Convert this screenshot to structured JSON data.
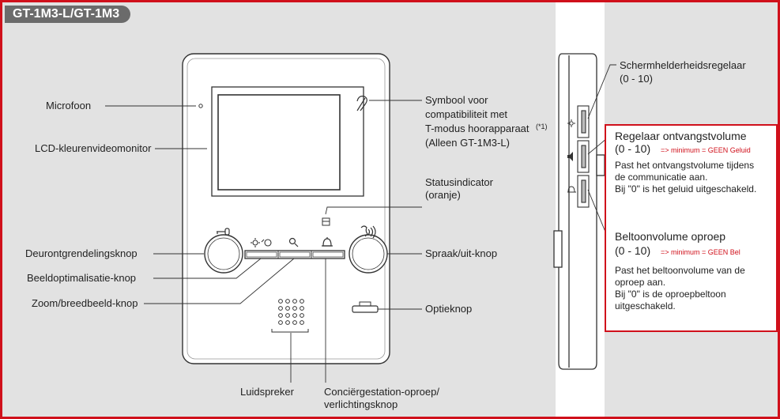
{
  "model_tab": "GT-1M3-L/GT-1M3",
  "labels": {
    "microfoon": "Microfoon",
    "lcd": "LCD-kleurenvideomonitor",
    "deurontgrendeling": "Deurontgrendelingsknop",
    "beeldoptimalisatie": "Beeldoptimalisatie-knop",
    "zoom": "Zoom/breedbeeld-knop",
    "luidspreker": "Luidspreker",
    "concierge_line1": "Conciërgestation-oproep/",
    "concierge_line2": "verlichtingsknop",
    "optieknop": "Optieknop",
    "spraak": "Spraak/uit-knop",
    "status_line1": "Statusindicator",
    "status_line2": "(oranje)",
    "symbool_line1": "Symbool voor",
    "symbool_line2": "compatibiliteit met",
    "symbool_line3": "T-modus hoorapparaat",
    "symbool_note": "(*1)",
    "symbool_line4": "(Alleen GT-1M3-L)"
  },
  "side": {
    "helderheid_title": "Schermhelderheidsregelaar",
    "helderheid_range": "(0 - 10)",
    "ontvangst_title": "Regelaar ontvangstvolume",
    "ontvangst_range": "(0 - 10)",
    "ontvangst_min": "=> minimum = GEEN Geluid",
    "ontvangst_desc1": "Past het ontvangstvolume tijdens",
    "ontvangst_desc2": "de communicatie aan.",
    "ontvangst_desc3": "Bij \"0\" is het geluid uitgeschakeld.",
    "beltoon_title": "Beltoonvolume oproep",
    "beltoon_range": "(0 - 10)",
    "beltoon_min": "=> minimum = GEEN Bel",
    "beltoon_desc1": "Past het beltoonvolume van de",
    "beltoon_desc2": "oproep aan.",
    "beltoon_desc3": "Bij \"0\" is de oproepbeltoon",
    "beltoon_desc4": "uitgeschakeld."
  },
  "colors": {
    "accent_red": "#d0101b",
    "panel_gray": "#e2e2e2",
    "tab_gray": "#6b6b6b"
  }
}
